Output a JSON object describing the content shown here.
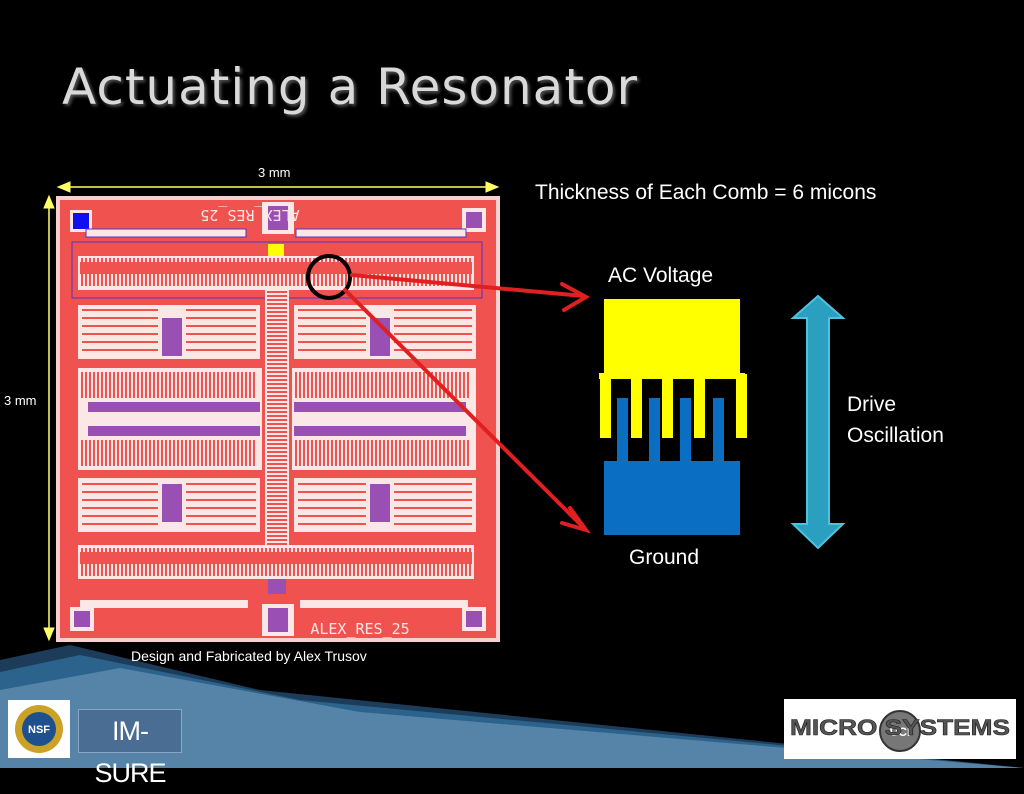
{
  "slide": {
    "title": "Actuating a Resonator",
    "dim_horizontal": "3 mm",
    "dim_vertical": "3 mm",
    "thickness_note": "Thickness of Each Comb = 6 micons",
    "ac_voltage_label": "AC Voltage",
    "ground_label": "Ground",
    "drive_oscillation_line1": "Drive",
    "drive_oscillation_line2": "Oscillation",
    "credit": "Design and Fabricated by Alex Trusov",
    "chip_text_top": "ALEX_RES_25",
    "chip_text_bottom": "ALEX_RES_25",
    "logos": {
      "nsf": "NSF",
      "imsure": "IM-SURE",
      "microsystems": "MICRO SYSTEMS",
      "microsystems_small": "UCI"
    }
  },
  "colors": {
    "background": "#000000",
    "chip_red": "#f0524f",
    "chip_light": "#fbe7e6",
    "chip_purple": "#9a4fb4",
    "ac_yellow": "#ffff00",
    "ground_blue": "#0a6fc2",
    "arrow_red": "#e02020",
    "oscillation_arrow": "#2a9fc0",
    "dim_yellow": "#ffff66"
  }
}
